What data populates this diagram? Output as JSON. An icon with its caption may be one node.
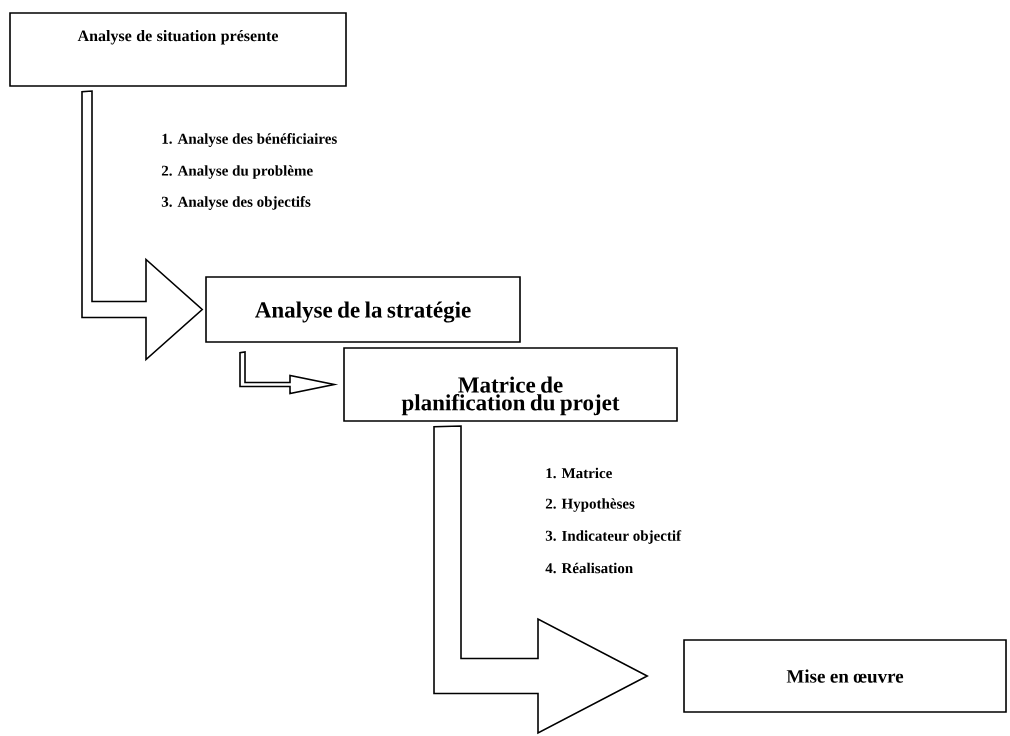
{
  "diagram": {
    "nodes": [
      {
        "text": [
          "Analyse de situation présente"
        ]
      },
      {
        "text": [
          "Analyse de la stratégie"
        ]
      },
      {
        "text": [
          "Matrice de planification du projet"
        ]
      },
      {
        "text": [
          "Mise en œuvre"
        ]
      }
    ],
    "edges": [
      {
        "from": 0,
        "to": 1,
        "arrow": "to"
      },
      {
        "from": 1,
        "to": 2,
        "arrow": "to"
      },
      {
        "from": 2,
        "to": 3,
        "arrow": "to"
      }
    ],
    "labels": [
      "1. Analyse des bénéficiaires",
      "2. Analyse du problème",
      "3. Analyse des objectifs",
      "1. Matrice",
      "2. Hypothèses",
      "3. Indicateur objectif",
      "4. Réalisation"
    ]
  }
}
